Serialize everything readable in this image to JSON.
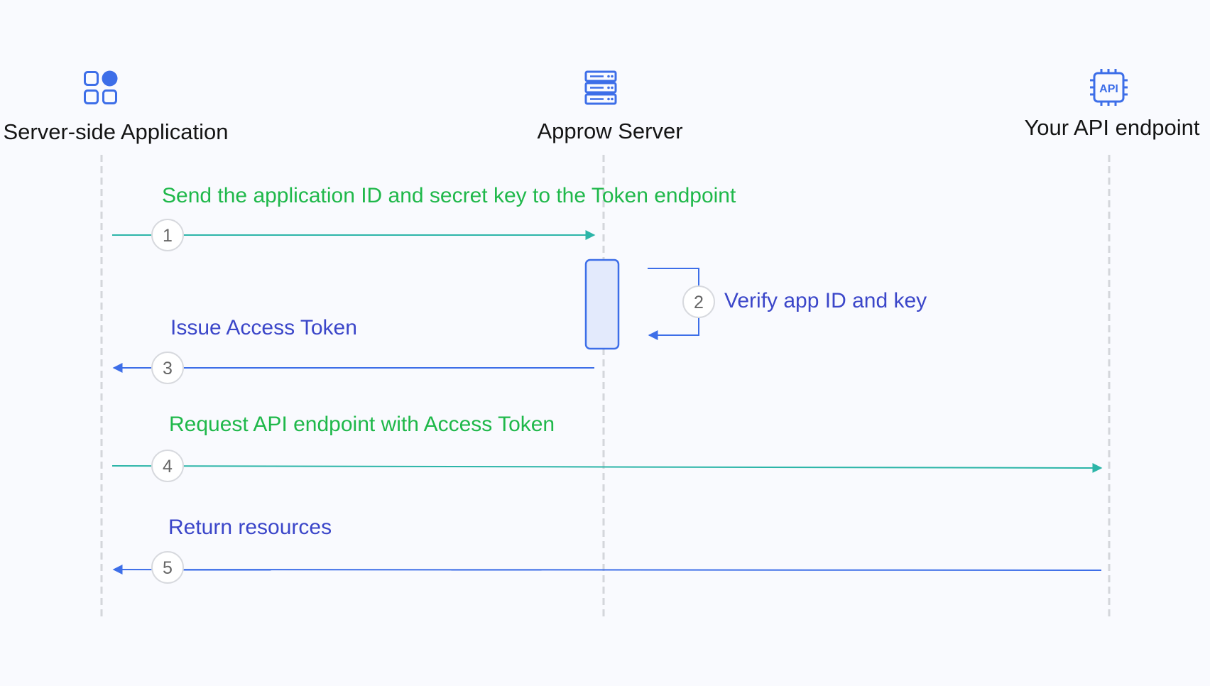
{
  "actors": [
    {
      "label": "Server-side Application",
      "icon": "apps-grid-icon"
    },
    {
      "label": "Approw Server",
      "icon": "server-stack-icon"
    },
    {
      "label": "Your API endpoint",
      "icon": "api-chip-icon"
    }
  ],
  "steps": [
    {
      "number": "1",
      "label": "Send the application ID and secret key to the Token endpoint"
    },
    {
      "number": "2",
      "label": "Verify app ID and key"
    },
    {
      "number": "3",
      "label": "Issue Access Token"
    },
    {
      "number": "4",
      "label": "Request API endpoint with Access Token"
    },
    {
      "number": "5",
      "label": "Return resources"
    }
  ],
  "colors": {
    "request_arrow": "#2cb5a8",
    "response_arrow": "#3d6ee8",
    "request_text": "#1fb84a",
    "response_text": "#3b46c9",
    "icon": "#3d6ee8",
    "activation_fill": "#e3eafc",
    "lifeline": "#d4d6db"
  }
}
